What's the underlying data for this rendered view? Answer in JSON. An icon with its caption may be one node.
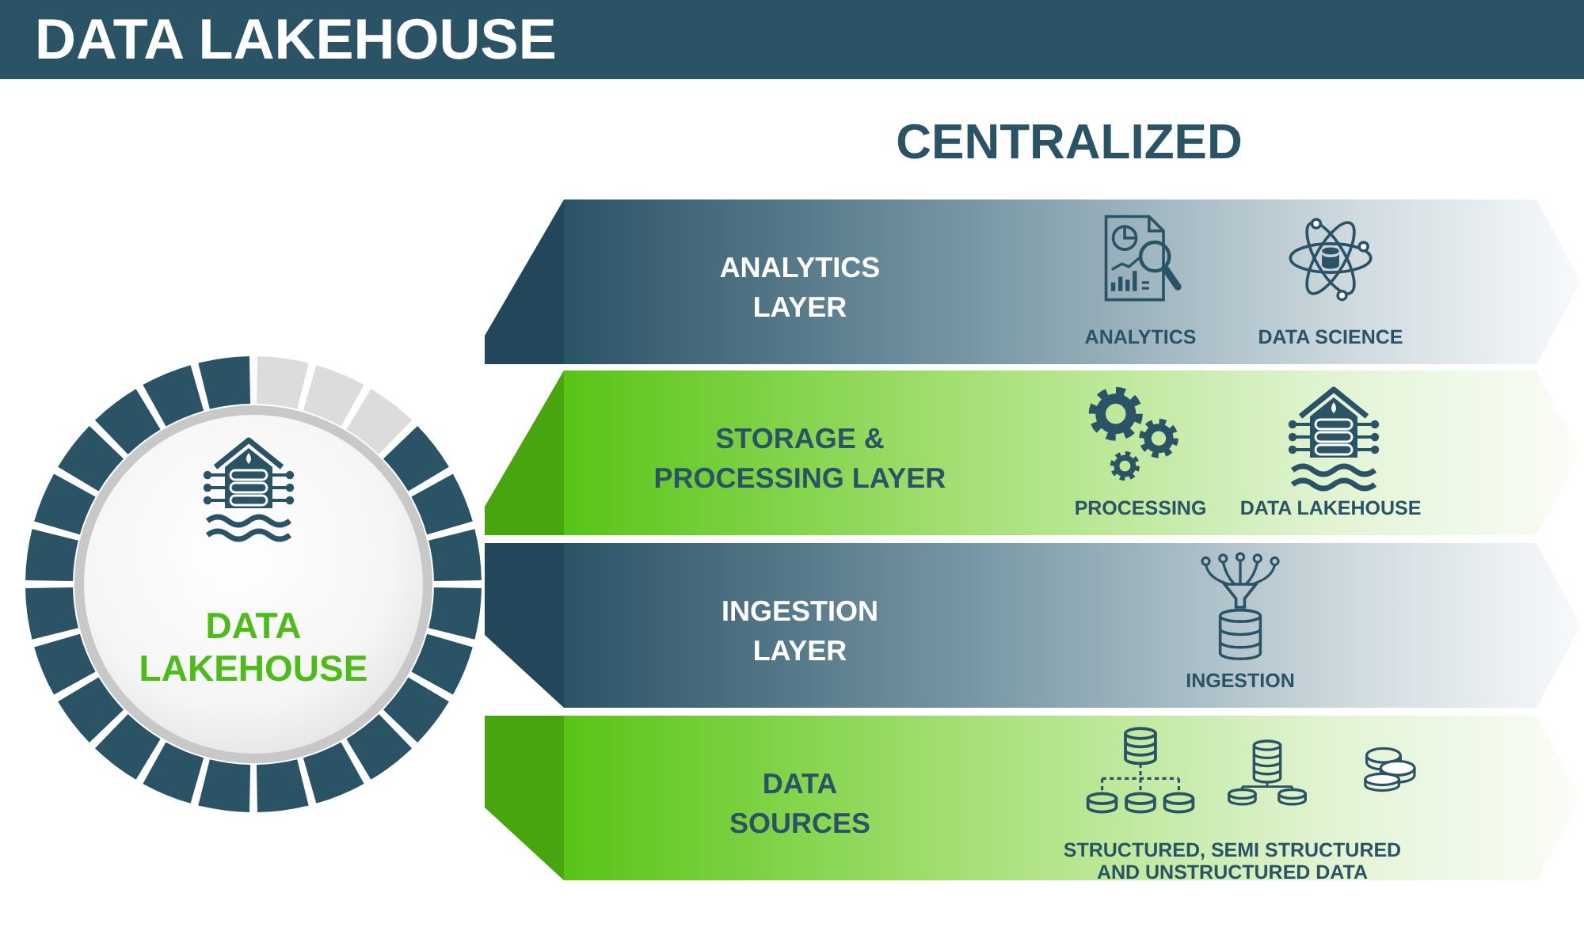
{
  "diagram": {
    "title": "DATA LAKEHOUSE",
    "nodes": [
      {
        "text": [
          "DATA LAKEHOUSE"
        ]
      },
      {
        "text": [
          "ANALYTICS LAYER",
          "ANALYTICS",
          "DATA SCIENCE"
        ]
      },
      {
        "text": [
          "STORAGE & PROCESSING LAYER",
          "PROCESSING",
          "DATA LAKEHOUSE"
        ]
      },
      {
        "text": [
          "INGESTION LAYER",
          "INGESTION"
        ]
      },
      {
        "text": [
          "DATA SOURCES",
          "STRUCTURED, SEMI STRUCTURED AND UNSTRUCTURED DATA"
        ]
      }
    ],
    "labels": [
      "CENTRALIZED"
    ]
  }
}
